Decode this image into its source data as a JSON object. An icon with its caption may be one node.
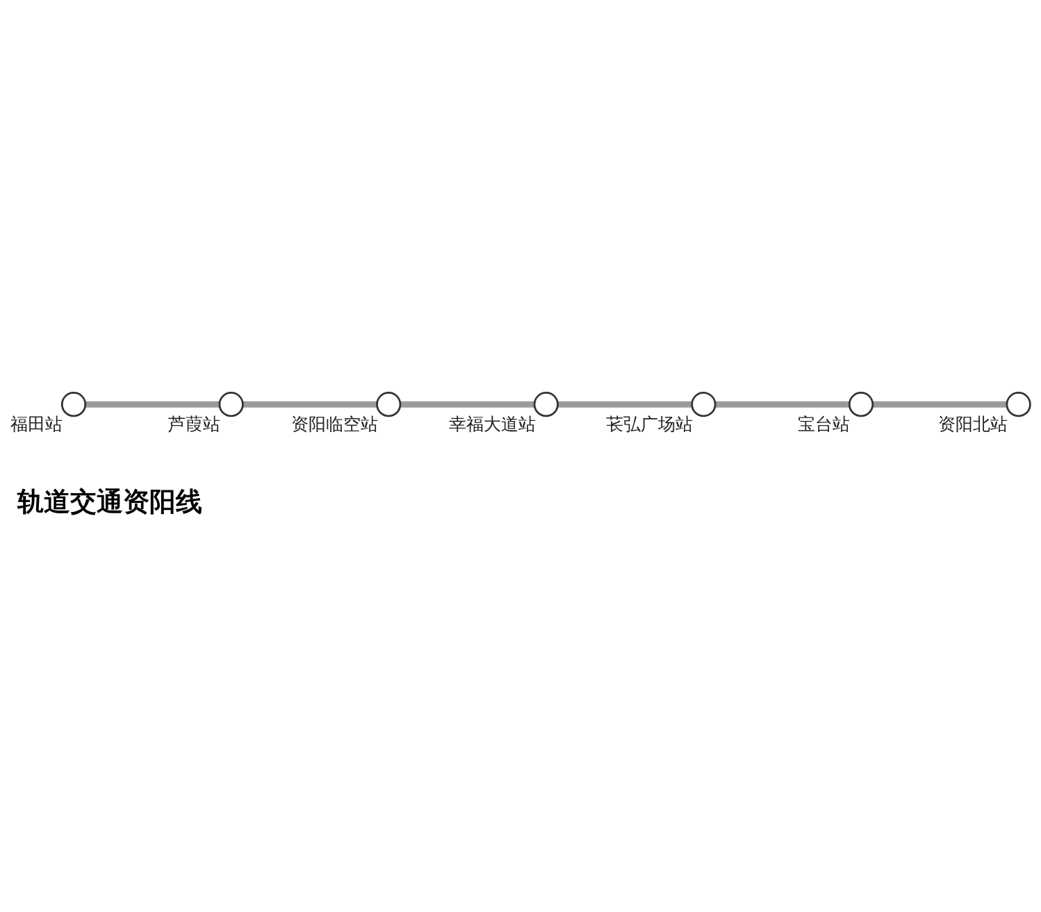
{
  "diagram": {
    "title": "轨道交通资阳线",
    "nodes": [
      {
        "text": [],
        "shape": "circle",
        "beside": [
          "福田站"
        ]
      },
      {
        "text": [],
        "shape": "circle",
        "beside": [
          "芦葭站"
        ]
      },
      {
        "text": [],
        "shape": "circle",
        "beside": [
          "资阳临空站"
        ]
      },
      {
        "text": [],
        "shape": "circle",
        "beside": [
          "幸福大道站"
        ]
      },
      {
        "text": [],
        "shape": "circle",
        "beside": [
          "苌弘广场站"
        ]
      },
      {
        "text": [],
        "shape": "circle",
        "beside": [
          "宝台站"
        ]
      },
      {
        "text": [],
        "shape": "circle",
        "beside": [
          "资阳北站"
        ]
      }
    ],
    "edges": [
      {
        "from": 0,
        "to": 1,
        "arrow": "none"
      },
      {
        "from": 1,
        "to": 2,
        "arrow": "none"
      },
      {
        "from": 2,
        "to": 3,
        "arrow": "none"
      },
      {
        "from": 3,
        "to": 4,
        "arrow": "none"
      },
      {
        "from": 4,
        "to": 5,
        "arrow": "none"
      },
      {
        "from": 5,
        "to": 6,
        "arrow": "none"
      }
    ]
  }
}
